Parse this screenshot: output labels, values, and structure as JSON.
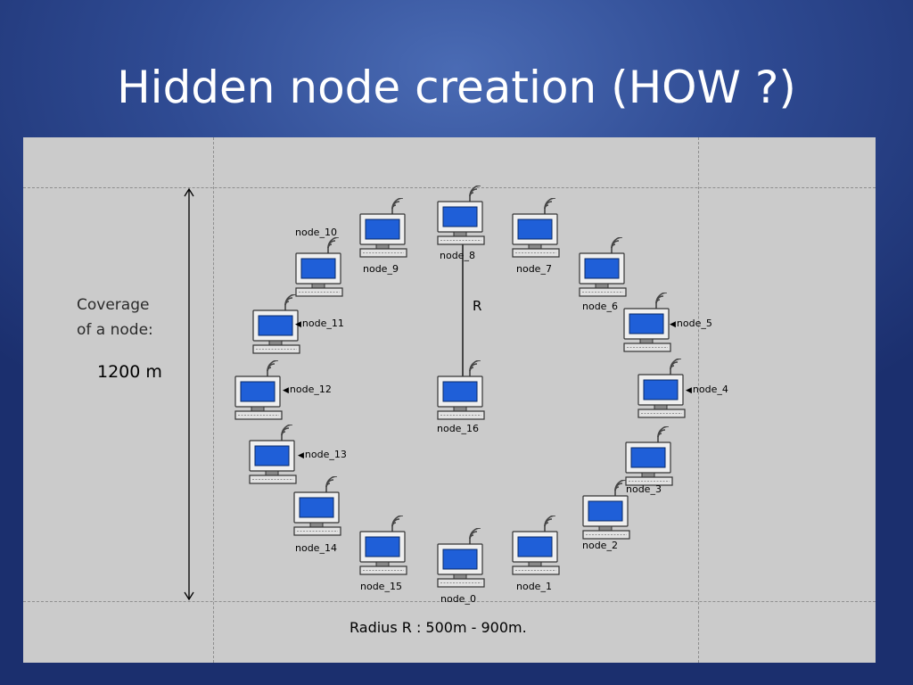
{
  "title": "Hidden node creation (HOW ?)",
  "coverage": {
    "line1": "Coverage",
    "line2": "of a node:",
    "value": "1200 m"
  },
  "radius": {
    "label": "R",
    "range_text": "Radius R : 500m - 900m."
  },
  "icons": {
    "node": "computer-icon",
    "antenna": "wifi-signal-icon"
  },
  "colors": {
    "background": "#2f4b93",
    "panel": "#cbcbcb",
    "screen": "#1f5fd8"
  },
  "nodes": {
    "node_0": "node_0",
    "node_1": "node_1",
    "node_2": "node_2",
    "node_3": "node_3",
    "node_4": "node_4",
    "node_5": "node_5",
    "node_6": "node_6",
    "node_7": "node_7",
    "node_8": "node_8",
    "node_9": "node_9",
    "node_10": "node_10",
    "node_11": "node_11",
    "node_12": "node_12",
    "node_13": "node_13",
    "node_14": "node_14",
    "node_15": "node_15",
    "node_16": "node_16"
  }
}
